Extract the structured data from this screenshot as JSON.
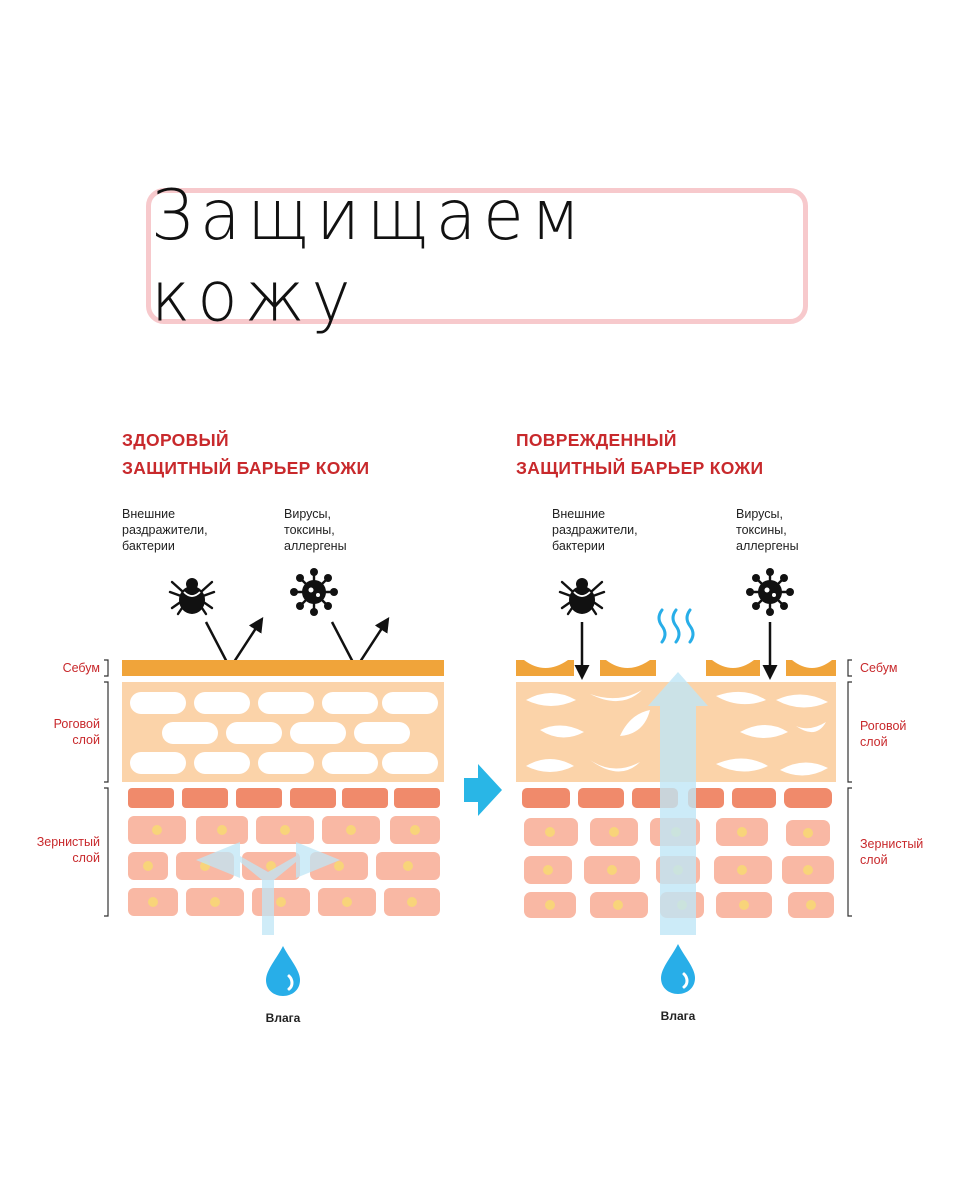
{
  "title": "Защищаем кожу",
  "healthy": {
    "heading_line1": "ЗДОРОВЫЙ",
    "heading_line2": "ЗАЩИТНЫЙ БАРЬЕР КОЖИ",
    "irritants": [
      "Внешние",
      "раздражители,",
      "бактерии"
    ],
    "viruses": [
      "Вирусы,",
      "токсины,",
      "аллергены"
    ],
    "layer_sebum": "Себум",
    "layer_horny": [
      "Роговой",
      "слой"
    ],
    "layer_granular": [
      "Зернистый",
      "слой"
    ],
    "moisture": "Влага"
  },
  "damaged": {
    "heading_line1": "ПОВРЕЖДЕННЫЙ",
    "heading_line2": "ЗАЩИТНЫЙ БАРЬЕР КОЖИ",
    "irritants": [
      "Внешние",
      "раздражители,",
      "бактерии"
    ],
    "viruses": [
      "Вирусы,",
      "токсины,",
      "аллергены"
    ],
    "layer_sebum": "Себум",
    "layer_horny": [
      "Роговой",
      "слой"
    ],
    "layer_granular": [
      "Зернистый",
      "слой"
    ],
    "moisture": "Влага"
  },
  "colors": {
    "heading_red": "#c8292c",
    "sebum_orange": "#f0a43a",
    "horny_peach": "#fbd3a9",
    "cell_salmon": "#f08a6b",
    "granular_pink": "#f9b8a4",
    "nucleus_yellow": "#f8d47a",
    "water_blue": "#28aee8",
    "arrow_cyan": "#29b6e6",
    "frame_pink": "#f7c9cc"
  },
  "icons": {
    "bacteria": "tick-icon",
    "virus": "virus-icon",
    "moisture": "water-drop-icon",
    "evaporation": "vapor-waves-icon",
    "transition": "right-arrow-icon"
  }
}
